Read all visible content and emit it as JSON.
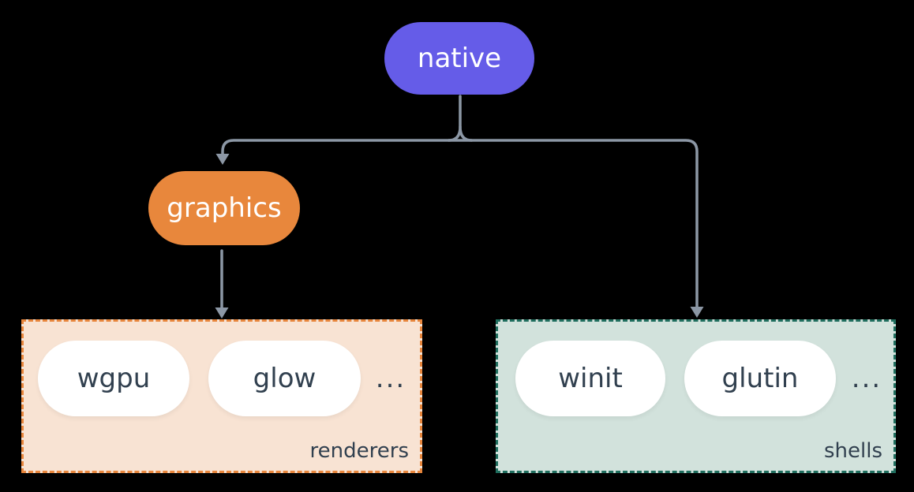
{
  "canvas": {
    "background": "#000000",
    "connector_color": "#8C97A5"
  },
  "nodes": {
    "native": {
      "label": "native",
      "color": "#655CE8",
      "text_color": "#FFFFFF"
    },
    "graphics": {
      "label": "graphics",
      "color": "#E8873C",
      "text_color": "#FFFFFF"
    }
  },
  "groups": {
    "renderers": {
      "label": "renderers",
      "background": "#F8E3D3",
      "border_color": "#E8863C",
      "items": [
        {
          "label": "wgpu"
        },
        {
          "label": "glow"
        }
      ],
      "ellipsis": "...",
      "item_background": "#FFFFFF",
      "item_text_color": "#31404F"
    },
    "shells": {
      "label": "shells",
      "background": "#D2E2DC",
      "border_color": "#1F6E5E",
      "items": [
        {
          "label": "winit"
        },
        {
          "label": "glutin"
        }
      ],
      "ellipsis": "...",
      "item_background": "#FFFFFF",
      "item_text_color": "#31404F"
    }
  },
  "edges": [
    {
      "from": "native",
      "to": "graphics"
    },
    {
      "from": "native",
      "to": "shells"
    },
    {
      "from": "graphics",
      "to": "renderers"
    }
  ]
}
